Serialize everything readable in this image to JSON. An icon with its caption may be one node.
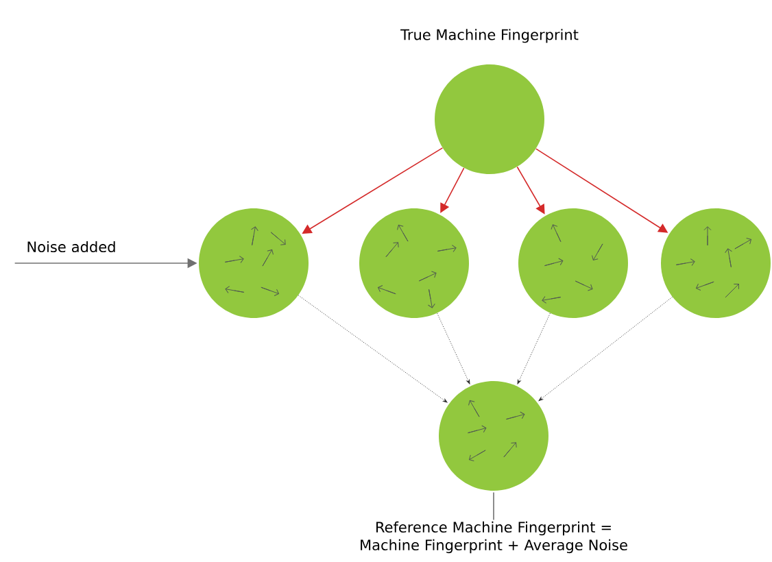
{
  "diagram": {
    "nodes": [
      {
        "text": [
          "True Machine Fingerprint"
        ]
      },
      {
        "text": [
          "Noise added"
        ]
      },
      {
        "text": [],
        "shape": "circle"
      },
      {
        "text": [],
        "shape": "circle"
      },
      {
        "text": [],
        "shape": "circle"
      },
      {
        "text": [],
        "shape": "circle"
      },
      {
        "text": [],
        "shape": "circle"
      },
      {
        "text": [
          "Reference Machine Fingerprint = Machine Fingerprint + Average Noise"
        ]
      }
    ],
    "edges": [
      {
        "from": 0,
        "to": 2,
        "arrow": "to",
        "color": "#d42a2a"
      },
      {
        "from": 0,
        "to": 3,
        "arrow": "to",
        "color": "#d42a2a"
      },
      {
        "from": 0,
        "to": 4,
        "arrow": "to",
        "color": "#d42a2a"
      },
      {
        "from": 0,
        "to": 5,
        "arrow": "to",
        "color": "#d42a2a"
      },
      {
        "from": 1,
        "to": 2,
        "arrow": "to",
        "color": "#707070"
      },
      {
        "from": 2,
        "to": 6,
        "arrow": "to",
        "style": "dashed",
        "color": "#303030"
      },
      {
        "from": 3,
        "to": 6,
        "arrow": "to",
        "style": "dashed",
        "color": "#303030"
      },
      {
        "from": 4,
        "to": 6,
        "arrow": "to",
        "style": "dashed",
        "color": "#303030"
      },
      {
        "from": 5,
        "to": 6,
        "arrow": "to",
        "style": "dashed",
        "color": "#303030"
      },
      {
        "from": 7,
        "to": 6,
        "arrow": "none",
        "color": "#707070"
      }
    ]
  }
}
